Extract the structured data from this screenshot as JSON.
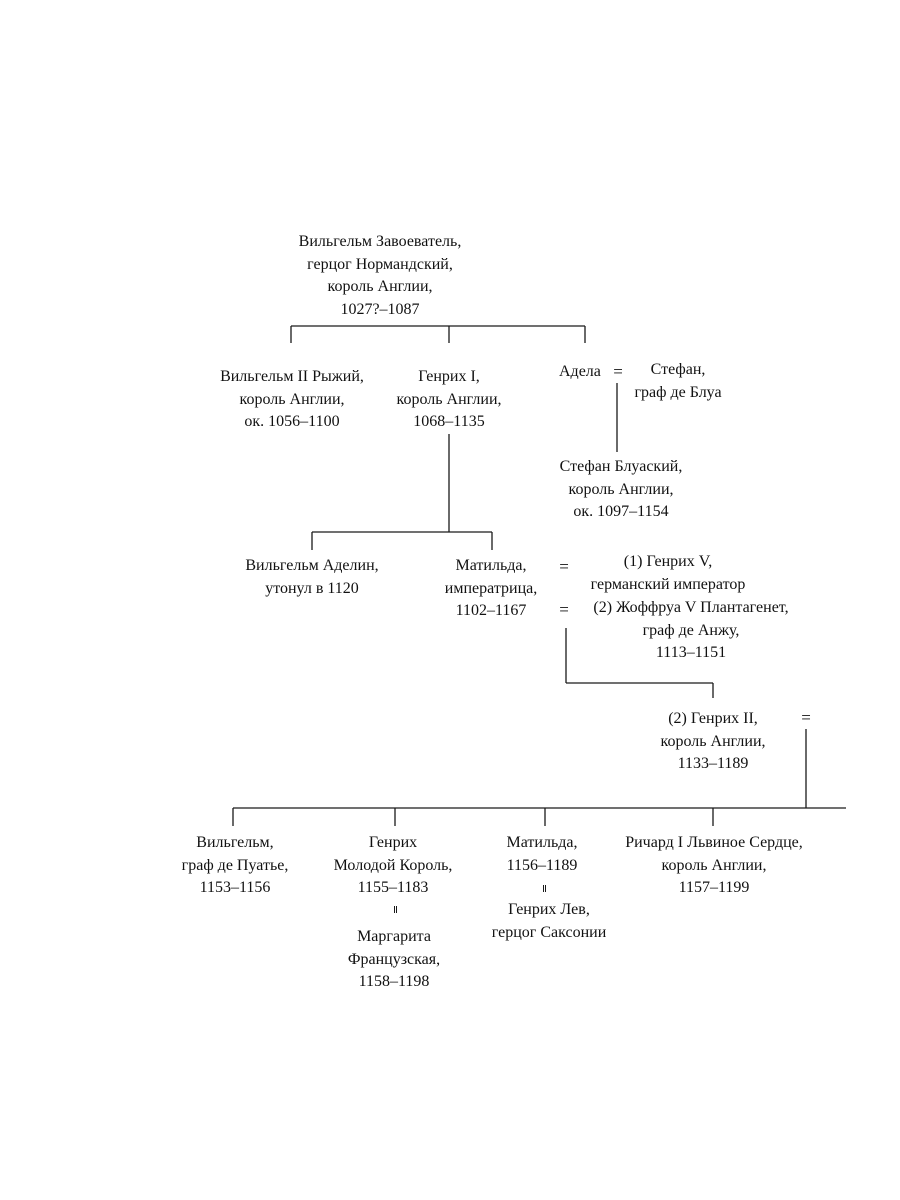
{
  "nodes": {
    "william_conqueror": [
      "Вильгельм Завоеватель,",
      "герцог Нормандский,",
      "король Англии,",
      "1027?–1087"
    ],
    "william_ii": [
      "Вильгельм II Рыжий,",
      "король Англии,",
      "ок. 1056–1100"
    ],
    "henry_i": [
      "Генрих I,",
      "король Англии,",
      "1068–1135"
    ],
    "adela": [
      "Адела"
    ],
    "stephen_blois_count": [
      "Стефан,",
      "граф де Блуа"
    ],
    "stephen_king": [
      "Стефан Блуаский,",
      "король Англии,",
      "ок. 1097–1154"
    ],
    "william_adelin": [
      "Вильгельм Аделин,",
      "утонул в 1120"
    ],
    "matilda_empress": [
      "Матильда,",
      "императрица,",
      "1102–1167"
    ],
    "spouse_henry_v": [
      "(1) Генрих V,",
      "германский император"
    ],
    "spouse_geoffrey": [
      "(2) Жоффруа V Плантагенет,",
      "граф де Анжу,",
      "1113–1151"
    ],
    "henry_ii": [
      "(2) Генрих II,",
      "король Англии,",
      "1133–1189"
    ],
    "william_poitiers": [
      "Вильгельм,",
      "граф де Пуатье,",
      "1153–1156"
    ],
    "henry_young_king": [
      "Генрих",
      "Молодой Король,",
      "1155–1183"
    ],
    "margaret_france": [
      "Маргарита",
      "Французская,",
      "1158–1198"
    ],
    "matilda_1156": [
      "Матильда,",
      "1156–1189"
    ],
    "henry_lion": [
      "Генрих Лев,",
      "герцог Саксонии"
    ],
    "richard_i": [
      "Ричард I Львиное Сердце,",
      "король Англии,",
      "1157–1199"
    ]
  },
  "marriage_symbol": "=",
  "marriage_symbol_vertical": "II"
}
